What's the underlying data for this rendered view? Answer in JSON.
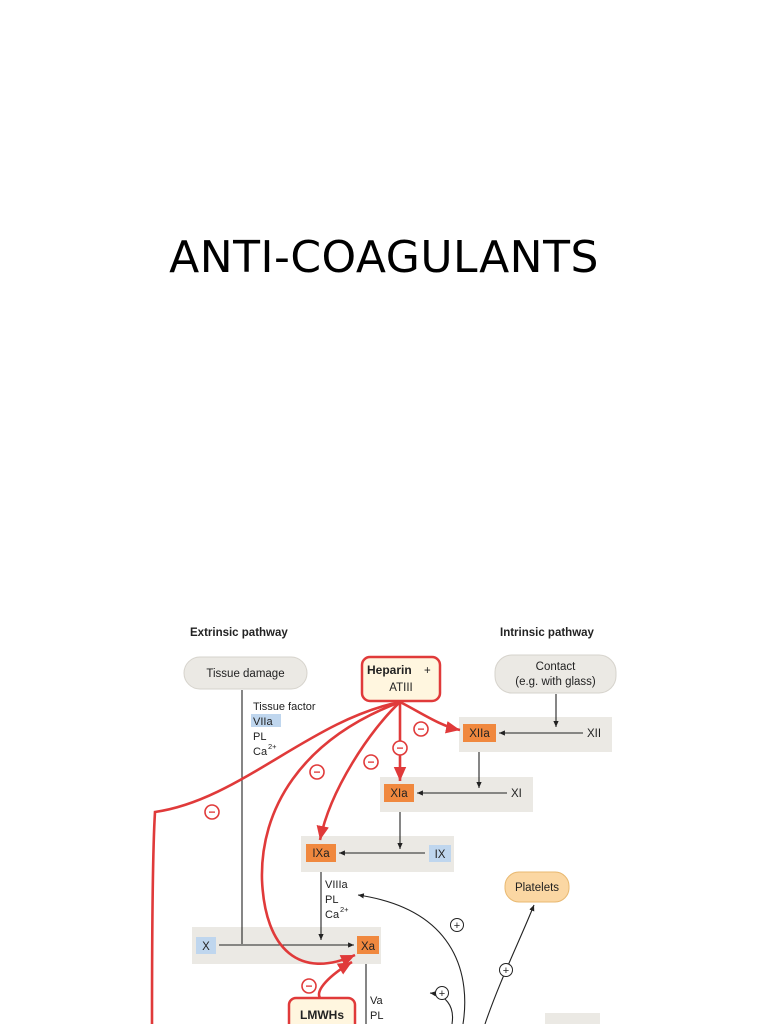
{
  "slide": {
    "title": "ANTI-COAGULANTS"
  },
  "diagram": {
    "extrinsic_header": "Extrinsic pathway",
    "intrinsic_header": "Intrinsic pathway",
    "tissue_damage": "Tissue damage",
    "tissue_factor_list": {
      "tf": "Tissue factor",
      "vii": "VIIa",
      "pl": "PL",
      "ca": "Ca",
      "ca_sup": "2+"
    },
    "heparin": {
      "line1": "Heparin",
      "plus": "+",
      "line2": "ATIII"
    },
    "contact": {
      "line1": "Contact",
      "line2": "(e.g. with glass)"
    },
    "factors": {
      "xiia": "XIIa",
      "xii": "XII",
      "xia": "XIa",
      "xi": "XI",
      "ixa": "IXa",
      "ix": "IX",
      "x": "X",
      "xa": "Xa"
    },
    "viiia_list": {
      "viiia": "VIIIa",
      "pl": "PL",
      "ca": "Ca",
      "ca_sup": "2+"
    },
    "platelets": "Platelets",
    "va_list": {
      "va": "Va",
      "pl": "PL"
    },
    "lmwh": "LMWHs",
    "signs": {
      "minus": "−",
      "plus": "+"
    },
    "colors": {
      "inhibit": "#e03a3a",
      "active_factor": "#f0883e",
      "inactive_factor": "#bfd6ee",
      "box": "#ebe9e4",
      "platelet": "#fbd7a3"
    }
  }
}
